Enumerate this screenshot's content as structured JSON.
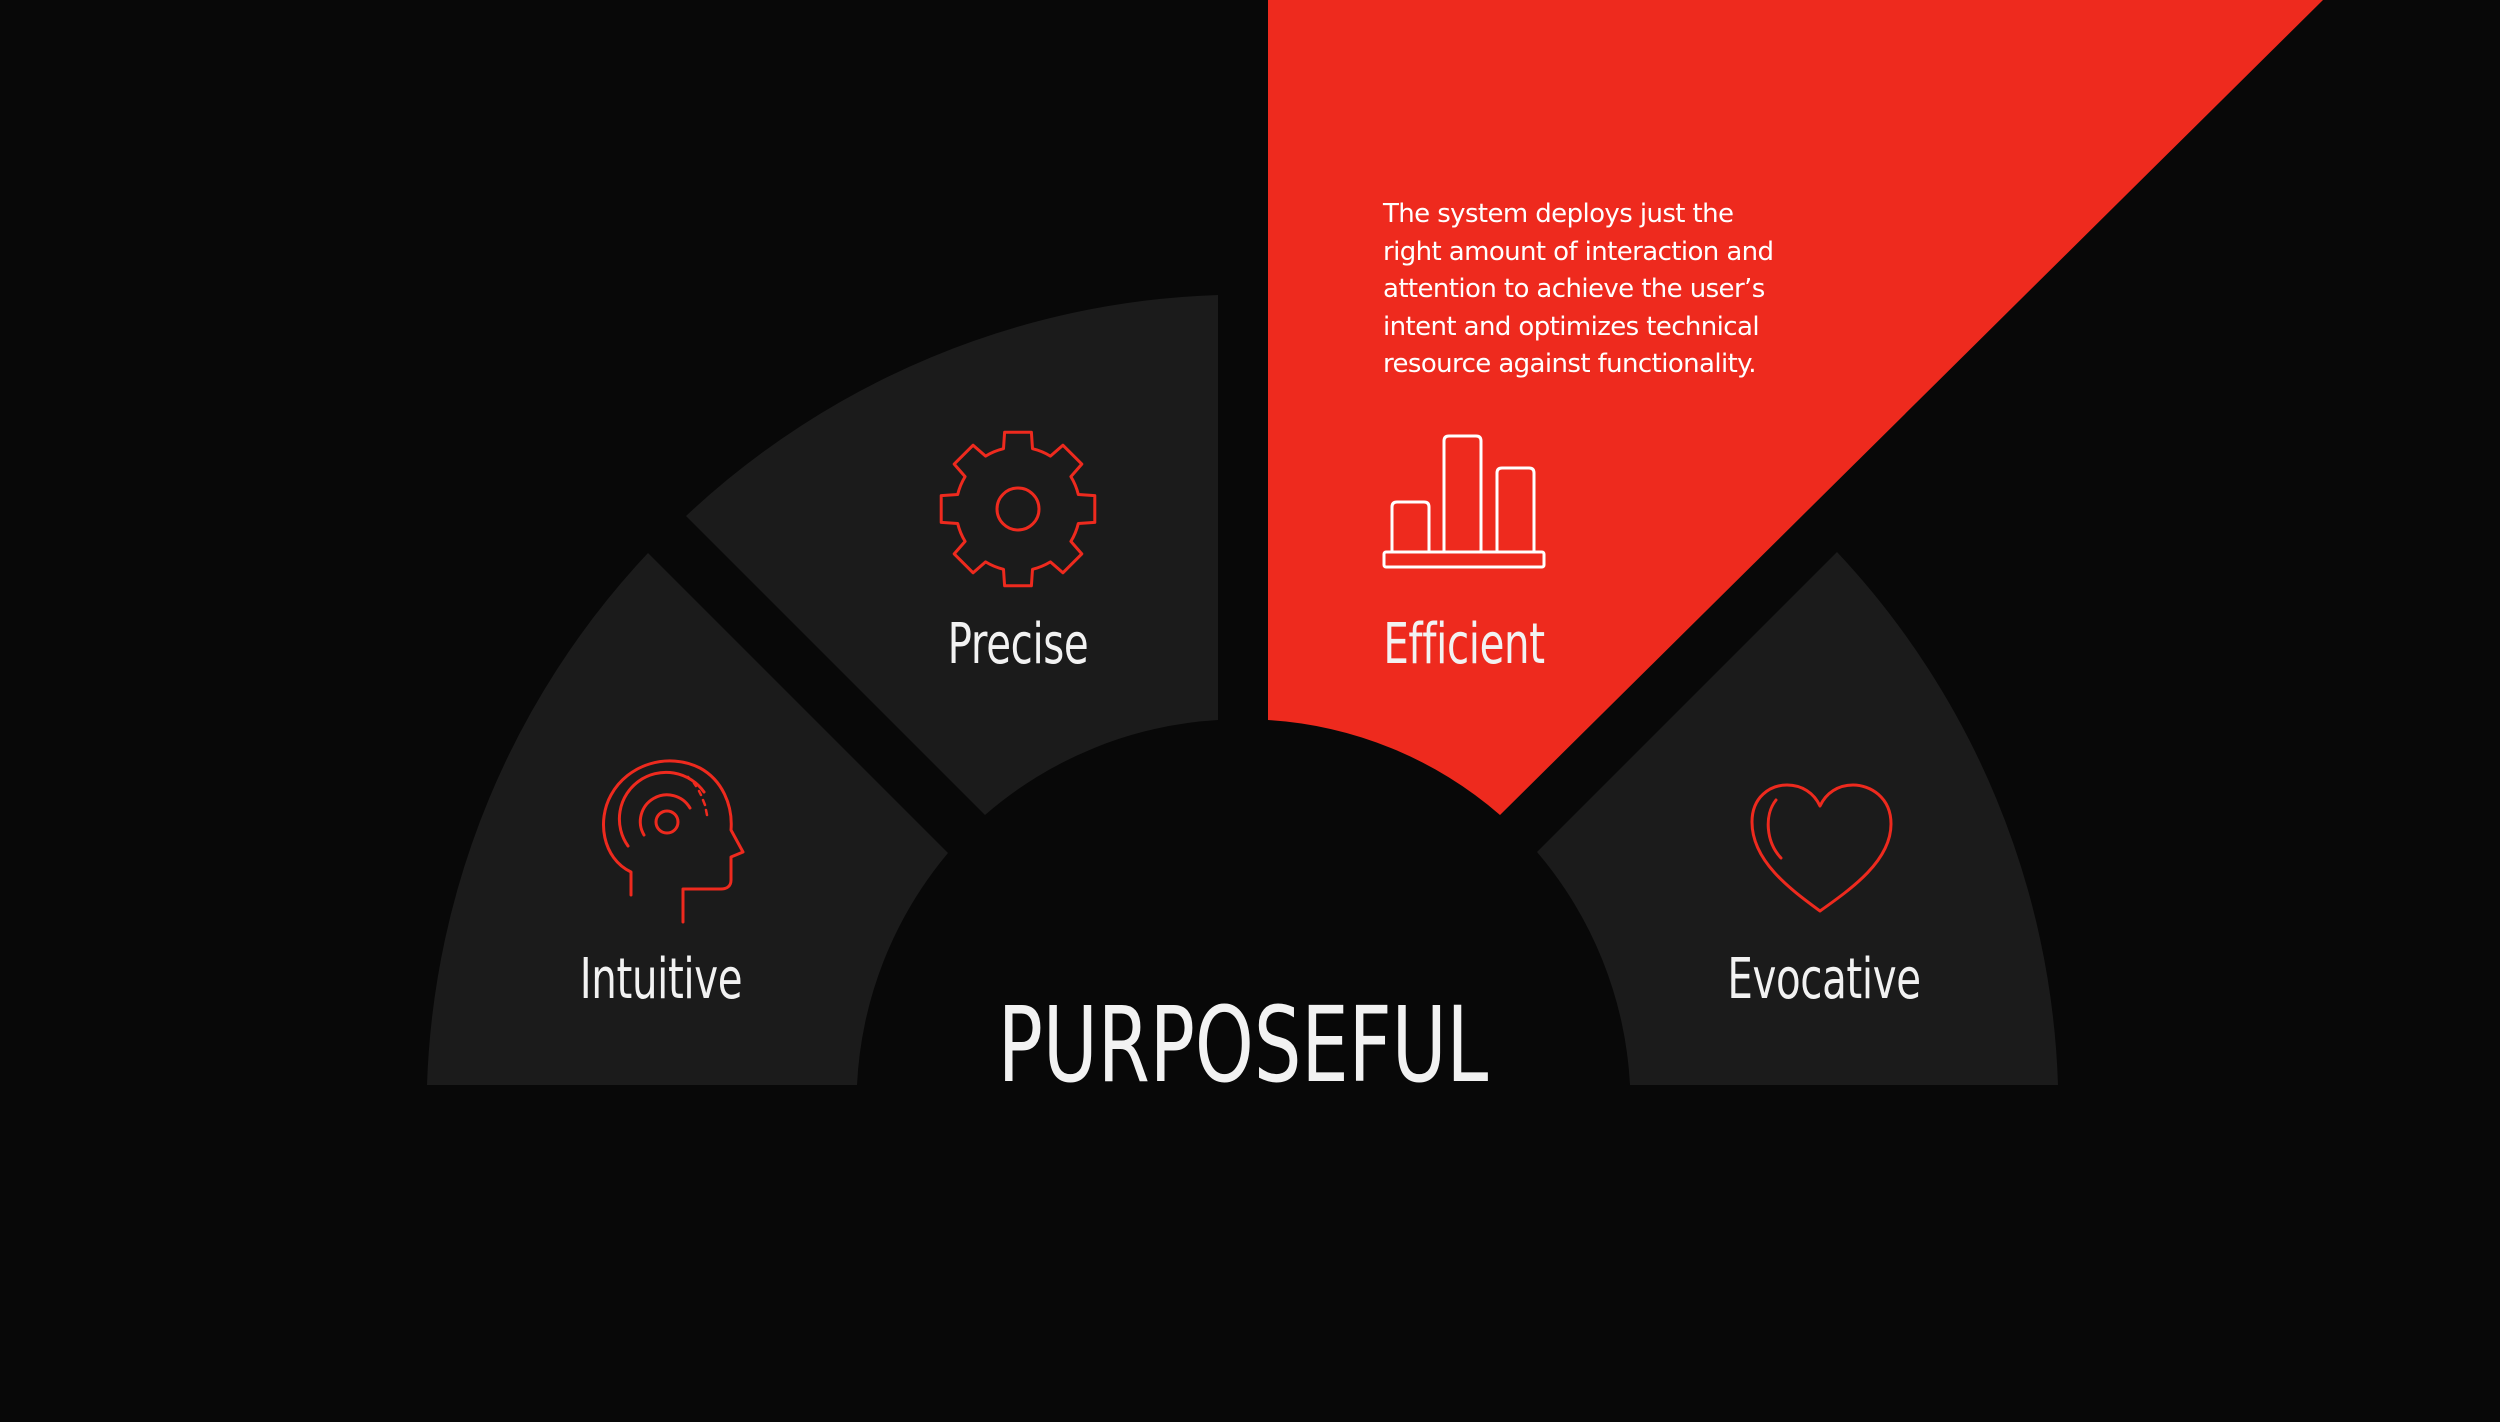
{
  "title": "PURPOSEFUL",
  "segments": [
    {
      "label": "Intuitive",
      "icon": "head-profile-icon",
      "highlighted": false
    },
    {
      "label": "Precise",
      "icon": "gear-icon",
      "highlighted": false
    },
    {
      "label": "Efficient",
      "icon": "bar-chart-icon",
      "highlighted": true
    },
    {
      "label": "Evocative",
      "icon": "heart-icon",
      "highlighted": false
    }
  ],
  "highlight": {
    "description": "The system deploys just the\nright amount of interaction and\nattention  to achieve the user’s\nintent and optimizes technical\nresource against functionality."
  },
  "colors": {
    "background": "#080808",
    "segment": "#1b1b1b",
    "accent": "#ee2a1e",
    "text": "#f2f2f2"
  }
}
